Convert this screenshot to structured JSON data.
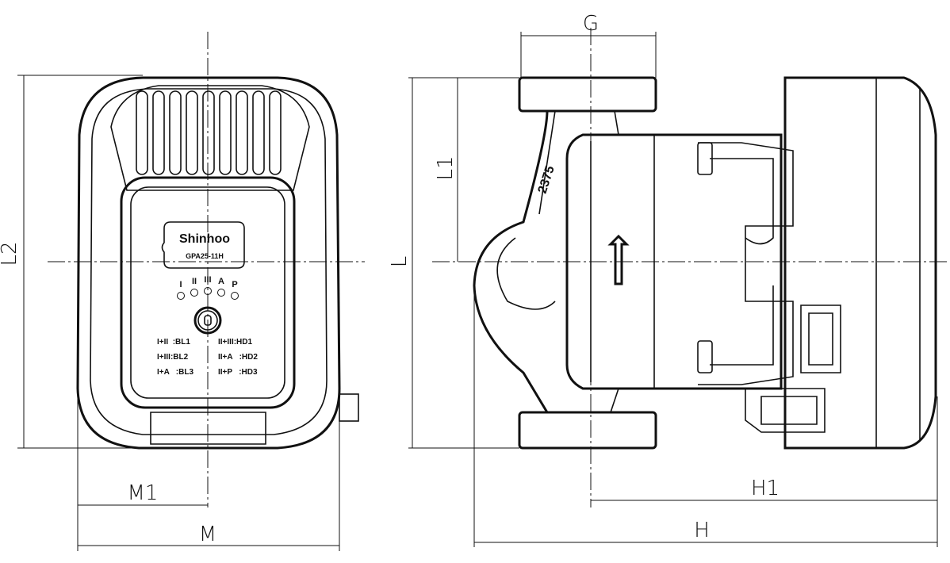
{
  "drawing": {
    "dimensions": {
      "G": "G",
      "L1": "L1",
      "L": "L",
      "L2": "L2",
      "M1": "M1",
      "M": "M",
      "H1": "H1",
      "H": "H"
    },
    "front_view": {
      "brand": "Shinhoo",
      "model": "GPA25-11H",
      "modes": [
        "I",
        "II",
        "III",
        "A",
        "P"
      ],
      "settings_left": [
        "I+II  :BL1",
        "I+III:BL2",
        "I+A   :BL3"
      ],
      "settings_right": [
        "II+III:HD1",
        "II+A   :HD2",
        "II+P   :HD3"
      ]
    },
    "side_view": {
      "casting_mark": "2375"
    }
  }
}
